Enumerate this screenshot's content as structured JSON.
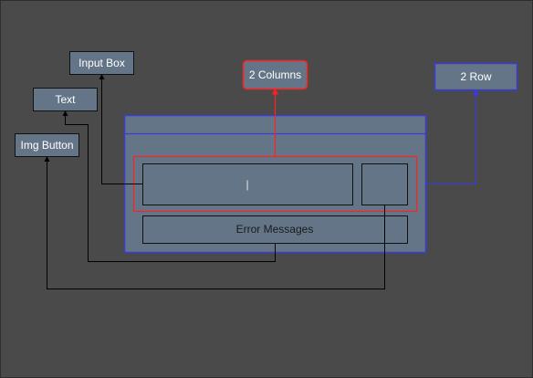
{
  "labels": {
    "input_box": "Input Box",
    "text": "Text",
    "img_button": "Img Button",
    "two_columns": "2 Columns",
    "two_row": "2 Row",
    "cursor": "|",
    "error_messages": "Error Messages"
  },
  "colors": {
    "background": "#4a4a4a",
    "box_fill": "#647587",
    "text_light": "#ffffff",
    "text_dark": "#1a1a1a",
    "outline_dark": "#111111",
    "red_accent": "#ff2020",
    "blue_accent": "#3b3bd6"
  }
}
